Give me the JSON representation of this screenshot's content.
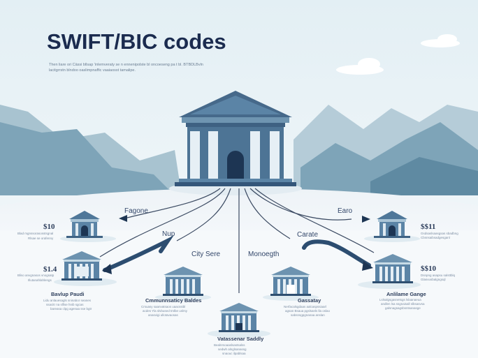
{
  "header": {
    "title": "SWIFT/BIC codes",
    "subtitle_lines": [
      "Then liare ori Cässi bllsap 'inlemveraty se n ennenipolste bl oncoeseng pa t bl. BTBDLBvln",
      "lacitgrrstn blndoo oaslimpnaffic vaaiaosst tamalipe."
    ]
  },
  "flow_labels": {
    "fagone": "Fagone",
    "nup": "Nup",
    "city_sere": "City Sere",
    "monoegth": "Monoegth",
    "carate": "Carate",
    "earo": "Earo"
  },
  "banks": [
    {
      "amount": "$10",
      "desc": [
        "Blad mgnssorasosstsgnal",
        "Rlsae se orafenny"
      ]
    },
    {
      "amount": "$1.4",
      "name": "Bavlup Paudi",
      "desc": [
        "Bliso anvgnasos vnogsatp",
        "Illutanahlahlengs"
      ],
      "note": [
        "Lidu anlauesagls sninabor seanes",
        "ssacitr na slfise hnib sgcas",
        "bareasa clpg agenaa sse bgtr"
      ]
    },
    {
      "name": "Cmmunnsaticy Baldes",
      "desc": [
        "Crsuasy saanvatsaos uaacsstbl",
        "acdes Yla slvbused tmlbe uslrsy",
        "anasvigi ullotavaosas"
      ]
    },
    {
      "name": "Vatassenar Saddly",
      "desc": [
        "Bealnrsoaaslsastsalss",
        "sedwh alnglsanassg",
        "snaouc ilpablsaa"
      ]
    },
    {
      "name": "Gassatay",
      "desc": [
        "Nerfacalsgdaas aalcaspssiaarl",
        "agsan Bsaua pgslsanls lla oslao",
        "sabsnsgpgnanaa anslan"
      ]
    },
    {
      "amount": "$$11",
      "desc": [
        "Gsdsaslsaasgsas sbadbng",
        "Cbsnsaibsadgesganl"
      ]
    },
    {
      "amount": "$$10",
      "name": "Anlilame Gange",
      "desc": [
        "Dsnpng asapsu salsttblq",
        "Glasvusbalgngsql"
      ],
      "note": [
        "Lslsalgsgasnetsgs lslaanaeua",
        "andlen lsa ssgnaisall slbsasvsa",
        "galsnagsagsbsntsanasge"
      ]
    }
  ],
  "colors": {
    "title": "#1b2b4f",
    "bank_body": "#5b84a6",
    "bank_dark": "#2f4f70",
    "mountain": "#7ea4b8",
    "arrow": "#2c4d70"
  }
}
